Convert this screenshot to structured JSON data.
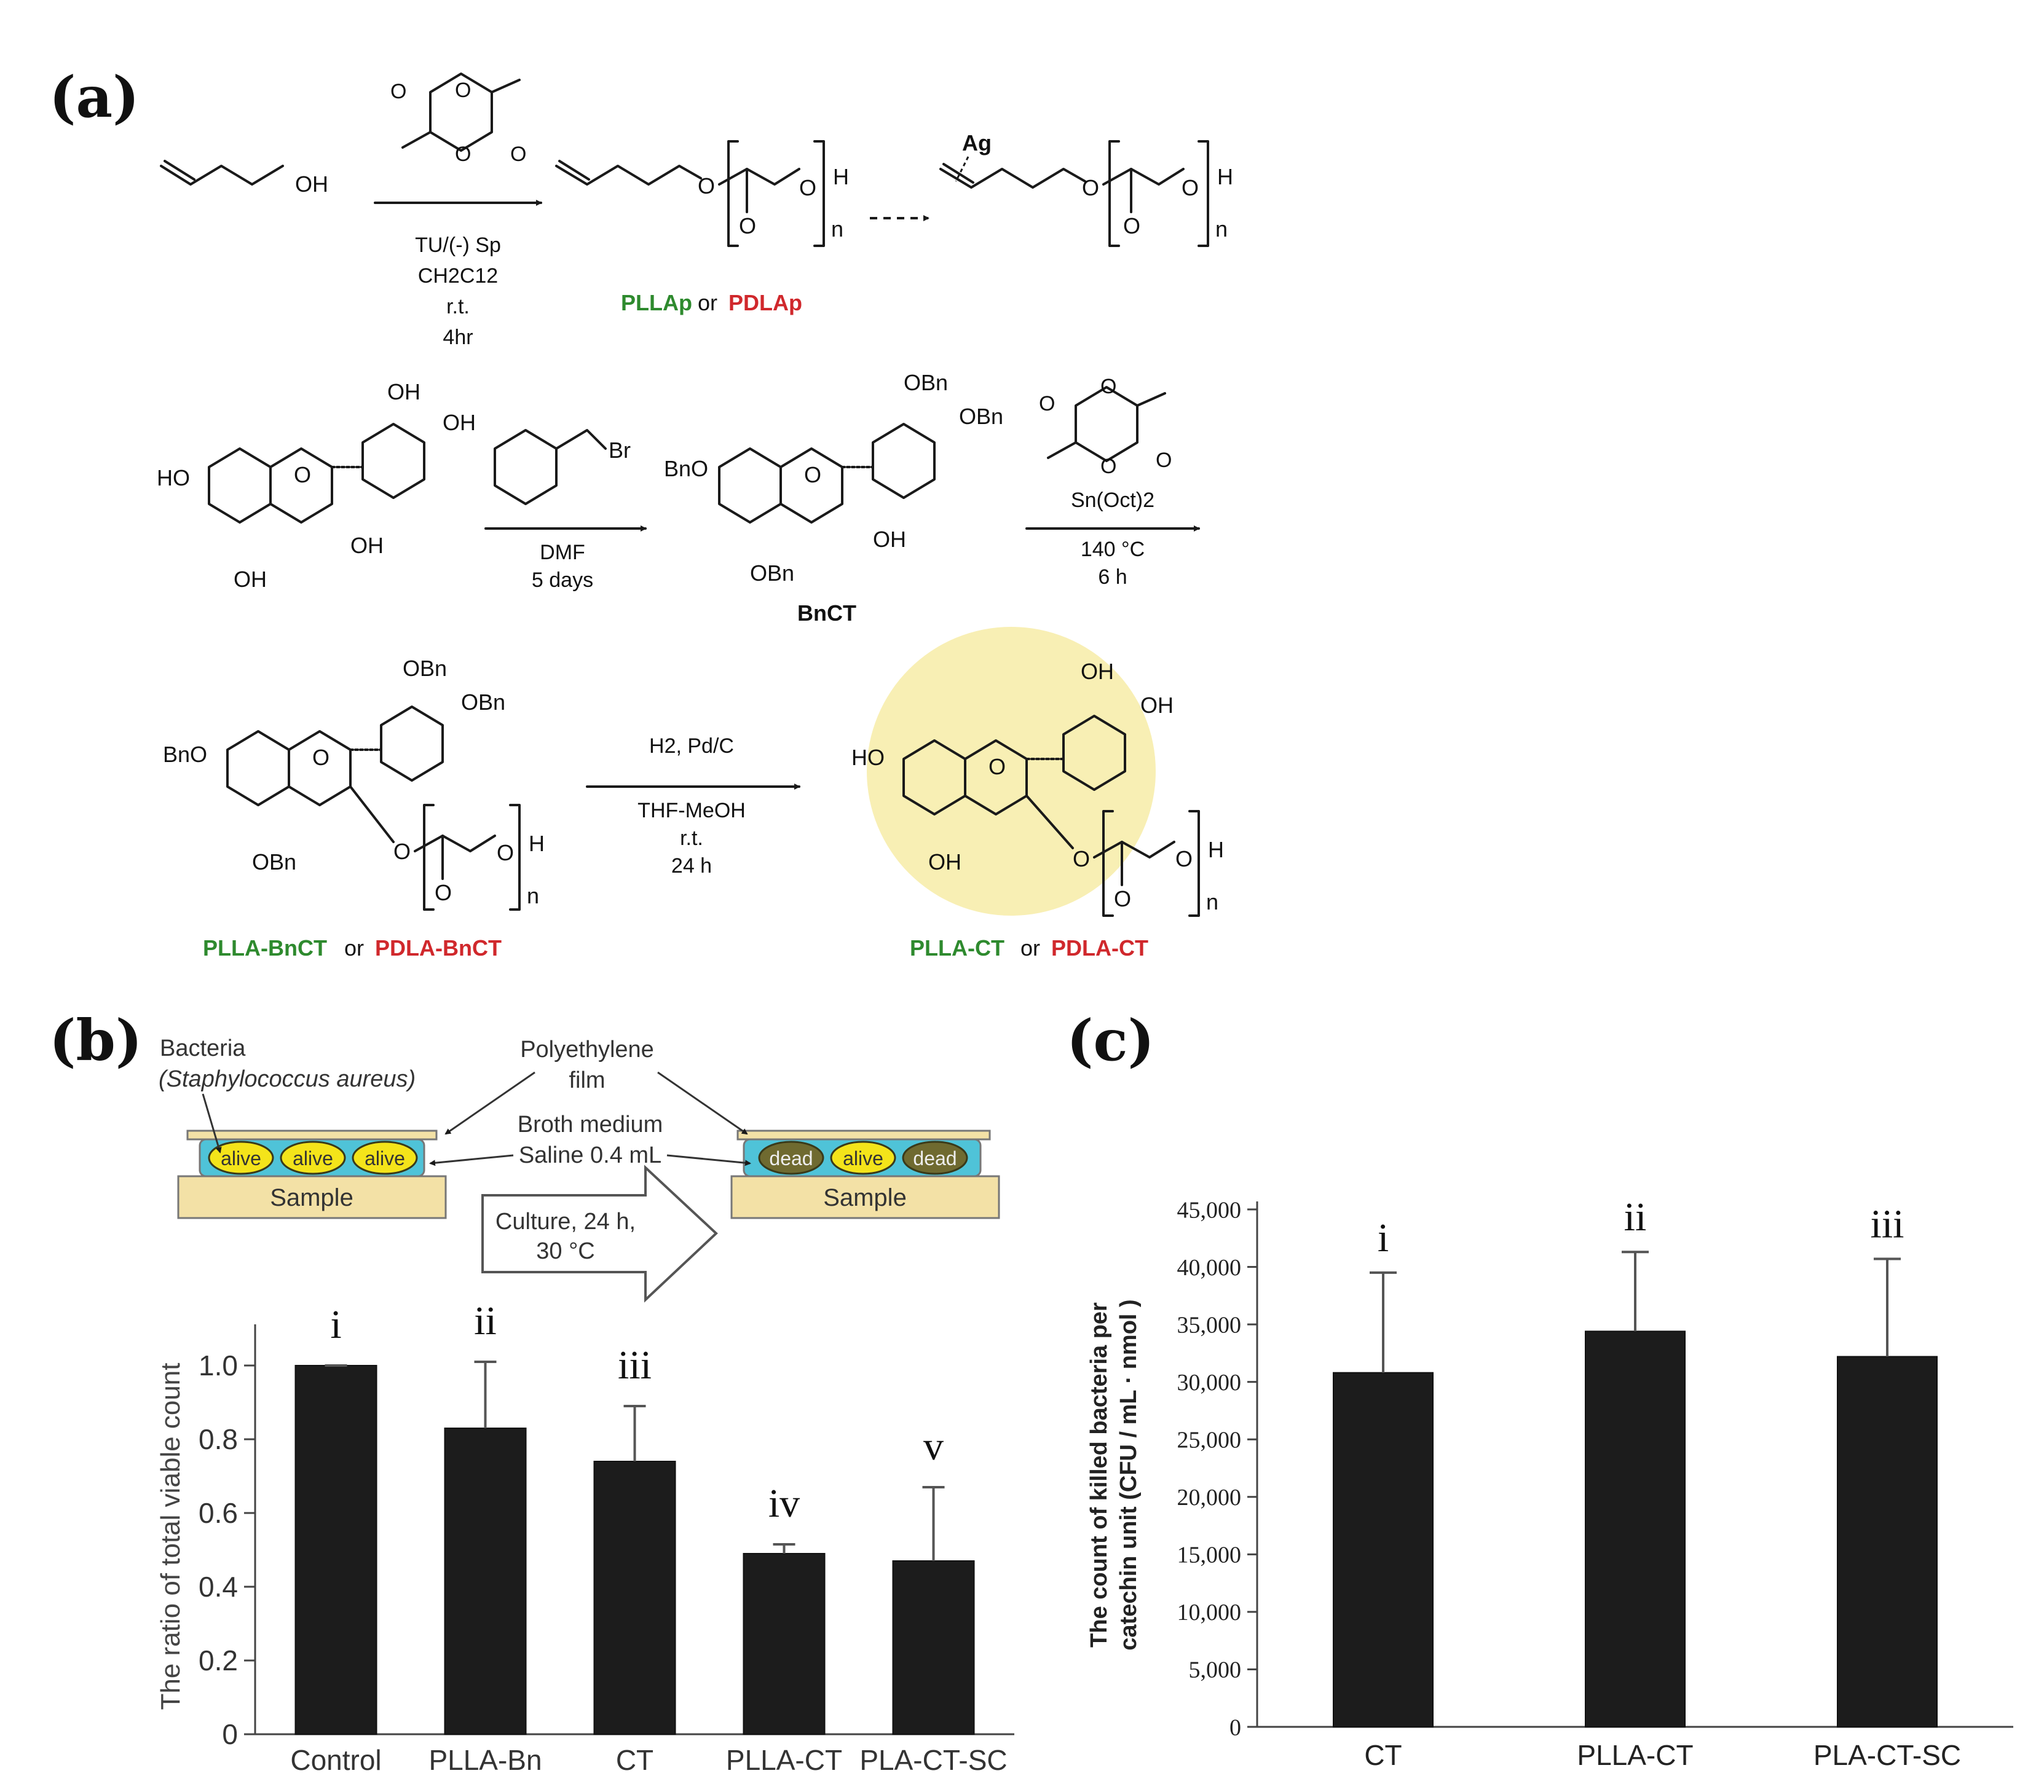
{
  "panel_a": {
    "label": "(a)",
    "step1": {
      "reactant": "OH",
      "conditions": [
        "TU/(-) Sp",
        "CH2C12",
        "r.t.",
        "4hr"
      ],
      "product_end": "H",
      "product_o": "O",
      "repeat_n": "n",
      "ag_label": "Ag",
      "names_green": "PLLAp",
      "names_or": "or",
      "names_red": "PDLAp"
    },
    "step2": {
      "catechin_labels": [
        "OH",
        "OH",
        "HO",
        "OH",
        "OH"
      ],
      "reagent": "Br",
      "conditions": [
        "DMF",
        "5 days"
      ],
      "product_labels": [
        "OBn",
        "OBn",
        "BnO",
        "OH",
        "OBn"
      ],
      "product_name": "BnCT",
      "conditions2": [
        "Sn(Oct)2",
        "140 °C",
        "6 h"
      ]
    },
    "step3": {
      "reactant_labels": [
        "OBn",
        "OBn",
        "BnO",
        "OBn"
      ],
      "reactant_green": "PLLA-BnCT",
      "reactant_or": "or",
      "reactant_red": "PDLA-BnCT",
      "conditions": [
        "H2, Pd/C",
        "THF-MeOH",
        "r.t.",
        "24 h"
      ],
      "product_labels": [
        "OH",
        "OH",
        "HO",
        "OH"
      ],
      "product_green": "PLLA-CT",
      "product_or": "or",
      "product_red": "PDLA-CT"
    }
  },
  "panel_b": {
    "label": "(b)",
    "diagram": {
      "bacteria": "Bacteria",
      "bacteria_species": "(Staphylococcus aureus)",
      "film_1": "Polyethylene",
      "film_2": "film",
      "broth_1": "Broth medium",
      "broth_2": "Saline 0.4 mL",
      "sample": "Sample",
      "culture_1": "Culture, 24 h,",
      "culture_2": "30 °C",
      "left_states": [
        "alive",
        "alive",
        "alive"
      ],
      "right_states": [
        "dead",
        "alive",
        "dead"
      ]
    },
    "marker_labels": [
      "i",
      "ii",
      "iii",
      "iv",
      "v"
    ]
  },
  "panel_c": {
    "label": "(c)",
    "marker_labels": [
      "i",
      "ii",
      "iii"
    ]
  },
  "colors": {
    "bar": "#1c1c1c",
    "plla_green": "#2e8a2e",
    "pdla_red": "#d0282c",
    "highlight": "#f8efb4",
    "broth": "#4fc3d8",
    "sample": "#f3e1a6",
    "alive": "#f4e41a",
    "dead": "#6f6a30"
  },
  "chart_data": [
    {
      "type": "bar",
      "categories": [
        "Control",
        "PLLA-Bn",
        "CT",
        "PLLA-CT",
        "PLA-CT-SC"
      ],
      "values": [
        1.0,
        0.83,
        0.74,
        0.49,
        0.47
      ],
      "errors": [
        0.0,
        0.18,
        0.15,
        0.025,
        0.2
      ],
      "ylabel": "The ratio of total viable count",
      "ylim": [
        0,
        1.1
      ],
      "yticks": [
        "0",
        "0.2",
        "0.4",
        "0.6",
        "0.8",
        "1.0"
      ],
      "ytick_values": [
        0,
        0.2,
        0.4,
        0.6,
        0.8,
        1.0
      ],
      "grid": false
    },
    {
      "type": "bar",
      "categories": [
        "CT",
        "PLLA-CT",
        "PLA-CT-SC"
      ],
      "values": [
        30800,
        34400,
        32200
      ],
      "errors": [
        8700,
        6900,
        8500
      ],
      "ylabel": "The count of killed bacteria per catechin unit (CFU / mL · nmol )",
      "ylim": [
        0,
        45000
      ],
      "yticks": [
        "0",
        "5,000",
        "10,000",
        "15,000",
        "20,000",
        "25,000",
        "30,000",
        "35,000",
        "40,000",
        "45,000"
      ],
      "ytick_values": [
        0,
        5000,
        10000,
        15000,
        20000,
        25000,
        30000,
        35000,
        40000,
        45000
      ],
      "grid": false
    }
  ]
}
